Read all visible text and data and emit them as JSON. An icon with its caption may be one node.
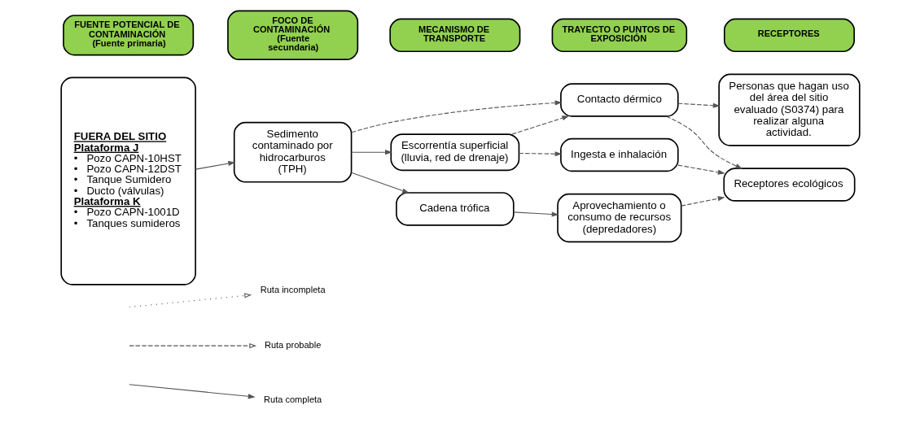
{
  "diagram": {
    "nodes": [
      {
        "text": [
          "FUENTE POTENCIAL DE CONTAMINACIÓN",
          "(Fuente primaria)"
        ]
      },
      {
        "text": [
          "FOCO DE CONTAMINACIÓN",
          "(Fuente secundaria)"
        ]
      },
      {
        "text": [
          "MECANISMO DE TRANSPORTE"
        ]
      },
      {
        "text": [
          "TRAYECTO O PUNTOS DE EXPOSICIÓN"
        ]
      },
      {
        "text": [
          "RECEPTORES"
        ]
      },
      {
        "text": [
          "FUERA DEL SITIO",
          "Plataforma J",
          "•   Pozo CAPN-10HST",
          "•   Pozo CAPN-12DST",
          "•   Tanque Sumidero",
          "•   Ducto (válvulas)",
          "Plataforma K",
          "•   Pozo CAPN-1001D",
          "•   Tanques sumideros"
        ]
      },
      {
        "text": [
          "Sedimento contaminado por hidrocarburos (TPH)"
        ]
      },
      {
        "text": [
          "Escorrentía superficial (lluvia, red de drenaje)"
        ]
      },
      {
        "text": [
          "Cadena trófica"
        ]
      },
      {
        "text": [
          "Contacto dérmico"
        ]
      },
      {
        "text": [
          "Ingesta e inhalación"
        ]
      },
      {
        "text": [
          "Aprovechamiento o consumo de recursos (depredadores)"
        ]
      },
      {
        "text": [
          "Personas que hagan uso del área del sitio evaluado (S0374) para realizar alguna actividad."
        ]
      },
      {
        "text": [
          "Receptores ecológicos"
        ]
      }
    ],
    "edges": [
      {
        "from": 5,
        "to": 6,
        "arrow": "to"
      },
      {
        "from": 6,
        "to": 7,
        "arrow": "to"
      },
      {
        "from": 6,
        "to": 8,
        "arrow": "to"
      },
      {
        "from": 6,
        "to": 9,
        "arrow": "to",
        "style": "dashed"
      },
      {
        "from": 7,
        "to": 9,
        "arrow": "to",
        "style": "dashed"
      },
      {
        "from": 7,
        "to": 10,
        "arrow": "to",
        "style": "dashed"
      },
      {
        "from": 8,
        "to": 11,
        "arrow": "to"
      },
      {
        "from": 9,
        "to": 12,
        "arrow": "to",
        "style": "dashed"
      },
      {
        "from": 9,
        "to": 13,
        "arrow": "to",
        "style": "dashed"
      },
      {
        "from": 10,
        "to": 13,
        "arrow": "to",
        "style": "dashed"
      },
      {
        "from": 11,
        "to": 13,
        "arrow": "to",
        "style": "dashed"
      }
    ],
    "legend": [
      {
        "text": "Ruta incompleta"
      },
      {
        "text": "Ruta probable"
      },
      {
        "text": "Ruta completa"
      }
    ]
  }
}
